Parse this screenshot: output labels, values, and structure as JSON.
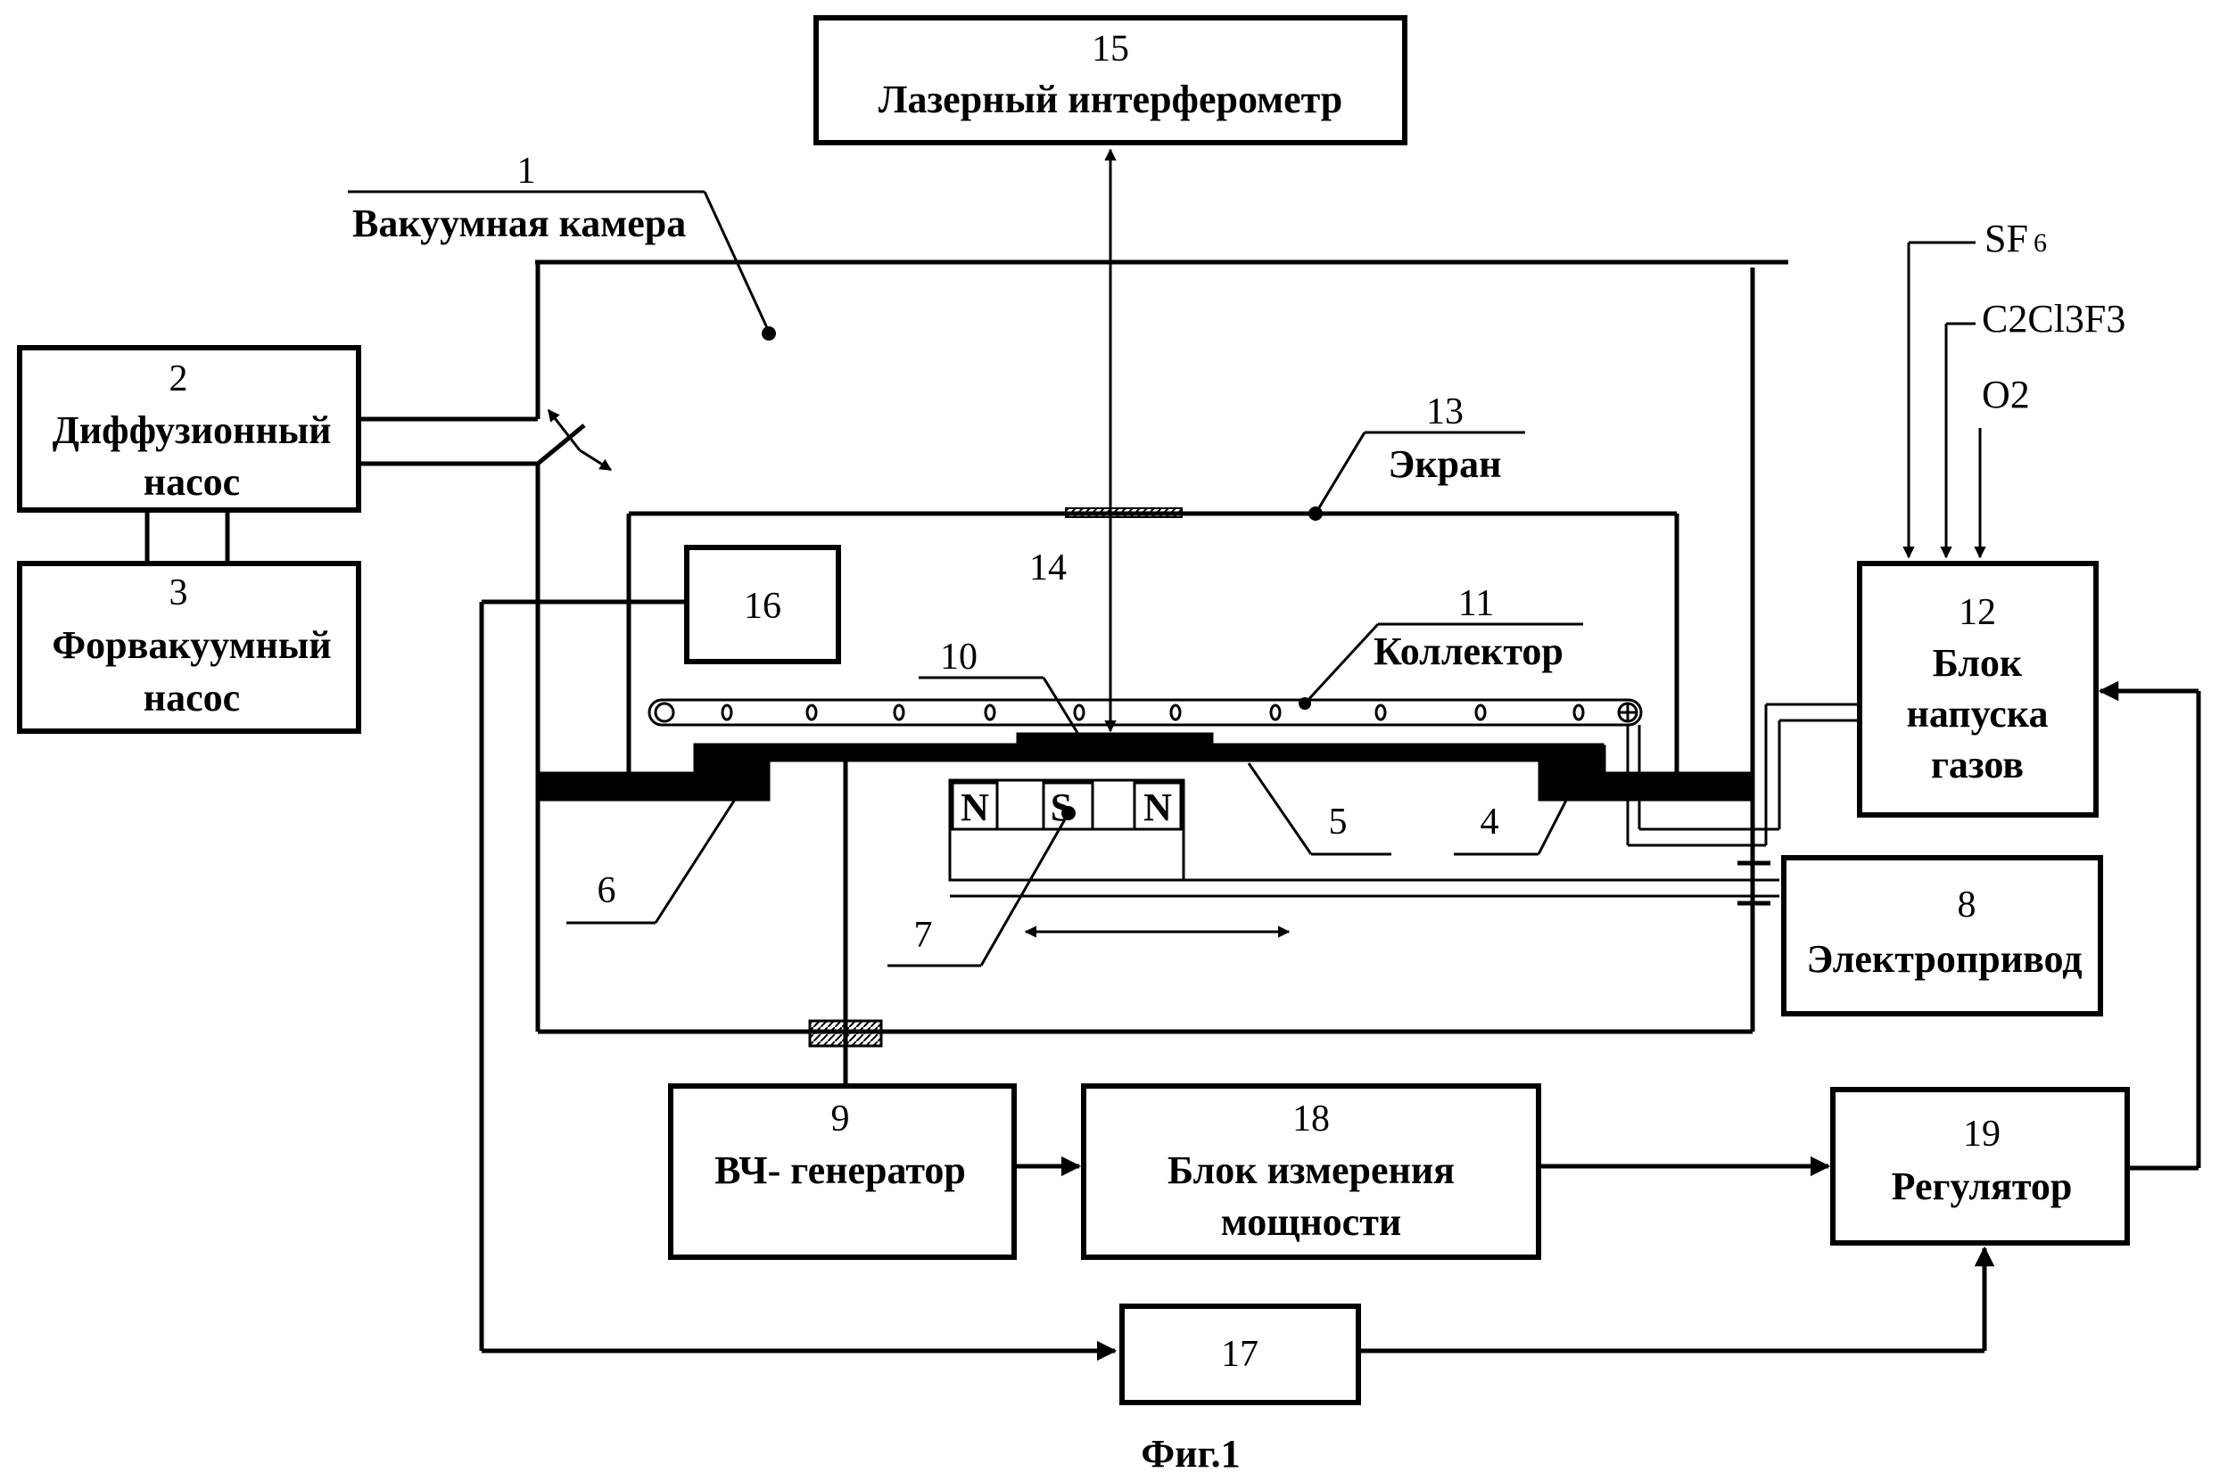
{
  "caption": "Фиг.1",
  "blocks": {
    "b1": {
      "num": "1",
      "label": "Вакуумная камера"
    },
    "b2": {
      "num": "2",
      "line1": "Диффузионный",
      "line2": "насос"
    },
    "b3": {
      "num": "3",
      "line1": "Форвакуумный",
      "line2": "насос"
    },
    "b4": {
      "num": "4"
    },
    "b5": {
      "num": "5"
    },
    "b6": {
      "num": "6"
    },
    "b7": {
      "num": "7"
    },
    "b8": {
      "num": "8",
      "label": "Электропривод"
    },
    "b9": {
      "num": "9",
      "label": "ВЧ- генератор"
    },
    "b10": {
      "num": "10"
    },
    "b11": {
      "num": "11",
      "label": "Коллектор"
    },
    "b12": {
      "num": "12",
      "line1": "Блок",
      "line2": "напуска",
      "line3": "газов"
    },
    "b13": {
      "num": "13",
      "label": "Экран"
    },
    "b14": {
      "num": "14"
    },
    "b15": {
      "num": "15",
      "label": "Лазерный интерферометр"
    },
    "b16": {
      "num": "16"
    },
    "b17": {
      "num": "17"
    },
    "b18": {
      "num": "18",
      "line1": "Блок измерения",
      "line2": "мощности"
    },
    "b19": {
      "num": "19",
      "label": "Регулятор"
    }
  },
  "magnet": {
    "pole1": "N",
    "pole2": "S",
    "pole3": "N"
  },
  "gases": {
    "g1": "SF",
    "g1_sub": "6",
    "g2": "C2Cl3F3",
    "g3": "O2"
  }
}
